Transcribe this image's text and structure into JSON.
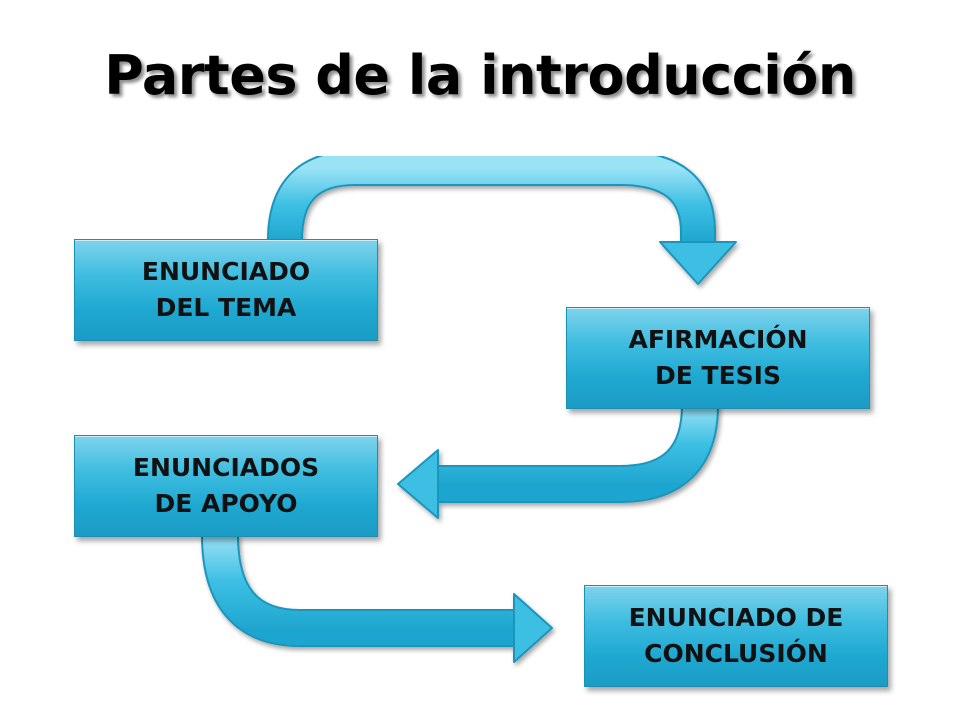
{
  "title": "Partes de la introducción",
  "colors": {
    "box_fill": "#2cb3dc",
    "box_border": "#1c8fb5",
    "arrow_fill": "#3cbfe3",
    "arrow_stroke": "#1b95bd",
    "text": "#111111"
  },
  "boxes": [
    {
      "line1": "ENUNCIADO",
      "line2": "DEL TEMA"
    },
    {
      "line1": "AFIRMACIÓN",
      "line2": "DE TESIS"
    },
    {
      "line1": "ENUNCIADOS",
      "line2": "DE APOYO"
    },
    {
      "line1": "ENUNCIADO DE",
      "line2": "CONCLUSIÓN"
    }
  ]
}
